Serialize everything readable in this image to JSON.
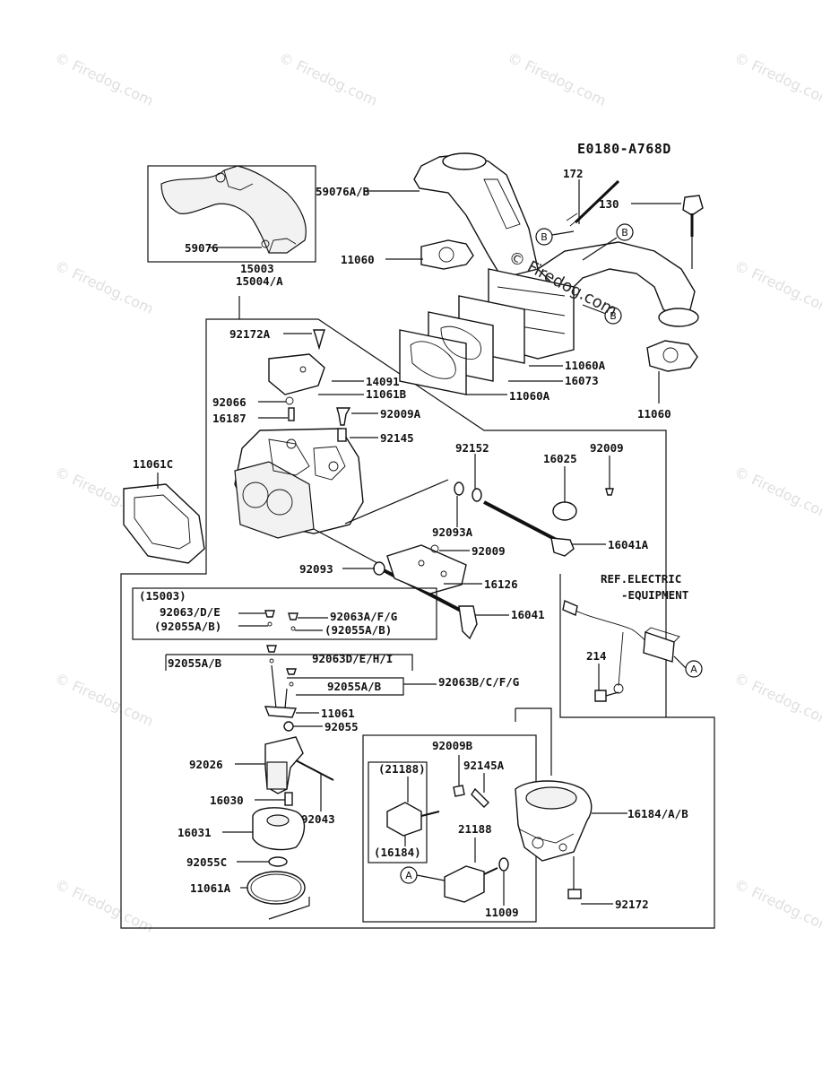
{
  "diagram": {
    "code": "E0180-A768D",
    "watermark": "© Firedog.com",
    "center_watermark": "© Firedog.com",
    "callouts": {
      "c172": "172",
      "c59076ab": "59076A/B",
      "c130": "130",
      "c11060_top": "11060",
      "c59076": "59076",
      "c15003": "15003",
      "c15004a": "15004/A",
      "c11060a_1": "11060A",
      "c16073": "16073",
      "c11060a_2": "11060A",
      "c11060_bot": "11060",
      "c92172a": "92172A",
      "c14091": "14091",
      "c11061b": "11061B",
      "c92066": "92066",
      "c92009a": "92009A",
      "c16187": "16187",
      "c92145": "92145",
      "c92152": "92152",
      "c92009_top": "92009",
      "c16025": "16025",
      "c11061c": "11061C",
      "c92093a": "92093A",
      "c16041a": "16041A",
      "c92009_mid": "92009",
      "c92093": "92093",
      "c16126": "16126",
      "c16041": "16041",
      "c_ref_electric": "REF.ELECTRIC",
      "c_equipment": "-EQUIPMENT",
      "c214": "214",
      "c15003_box": "(15003)",
      "c92063de": "92063/D/E",
      "c92055ab_1": "(92055A/B)",
      "c92063afg": "92063A/F/G",
      "c92055ab_2": "(92055A/B)",
      "c92055ab_3": "92055A/B",
      "c92063dehi": "92063D/E/H/I",
      "c92055ab_4": "92055A/B",
      "c92063bcfg": "92063B/C/F/G",
      "c11061": "11061",
      "c92055": "92055",
      "c92026": "92026",
      "c16030": "16030",
      "c92043": "92043",
      "c16031": "16031",
      "c92055c": "92055C",
      "c11061a": "11061A",
      "c92009b": "92009B",
      "c92145a": "92145A",
      "c21188_box": "(21188)",
      "c16184_box": "(16184)",
      "c21188": "21188",
      "c16184ab": "16184/A/B",
      "c11009": "11009",
      "c92172": "92172"
    },
    "bubbles": {
      "b1": "B",
      "b2": "B",
      "b3": "B",
      "a1": "A",
      "a2": "A"
    }
  }
}
